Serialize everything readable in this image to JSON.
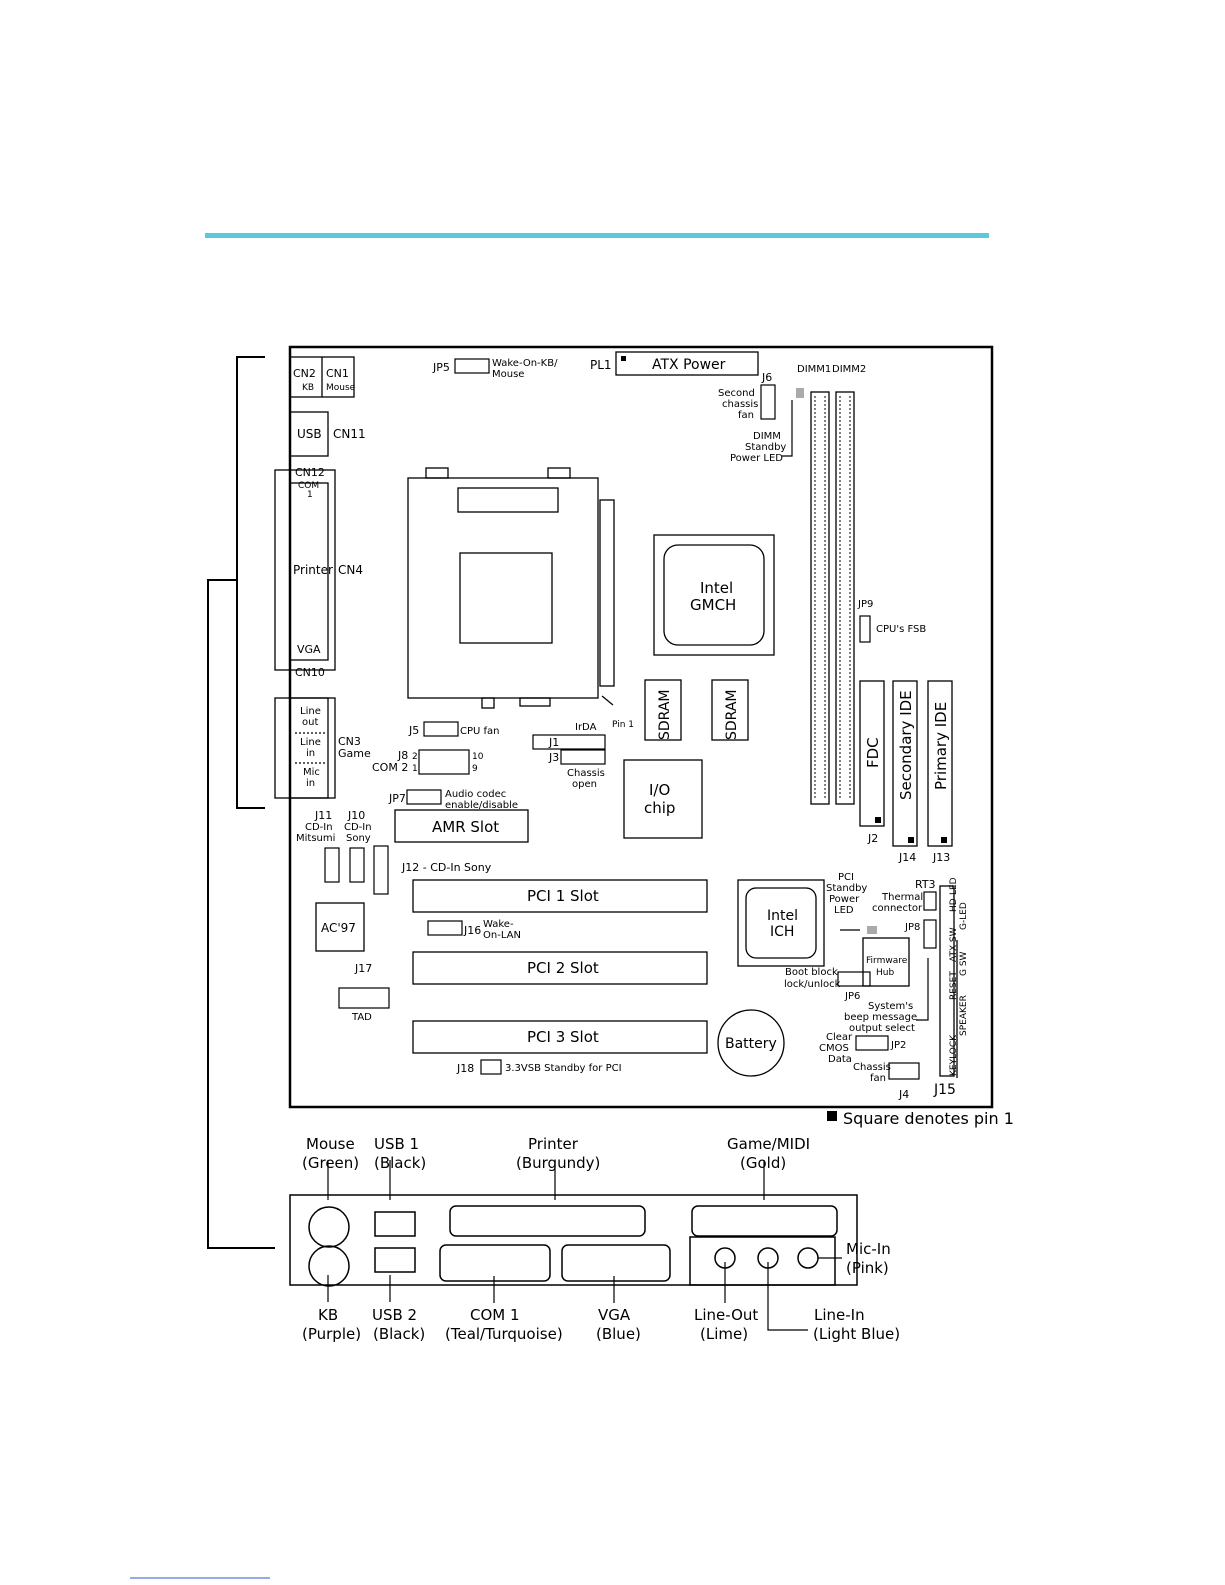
{
  "colors": {
    "header_rule": "#5bc8dc",
    "line": "#000000",
    "led": "#aaaaaa"
  },
  "board": {
    "atx_power": "ATX Power",
    "pl1": "PL1",
    "jp5": "JP5",
    "jp5_desc": [
      "Wake-On-KB/",
      "Mouse"
    ],
    "j6": "J6",
    "j6_desc": [
      "Second",
      "chassis",
      "fan"
    ],
    "dimm_led": [
      "DIMM",
      "Standby",
      "Power LED"
    ],
    "dimm1": "DIMM1",
    "dimm2": "DIMM2",
    "cn2": "CN2",
    "cn2_sub": "KB",
    "cn1": "CN1",
    "cn1_sub": "Mouse",
    "usb": "USB",
    "cn11": "CN11",
    "cn12": "CN12",
    "com": "COM",
    "com_num": "1",
    "printer": "Printer",
    "cn4": "CN4",
    "vga": "VGA",
    "cn10": "CN10",
    "line_out": [
      "Line",
      "out"
    ],
    "line_in": [
      "Line",
      "in"
    ],
    "mic_in": [
      "Mic",
      "in"
    ],
    "cn3": [
      "CN3",
      "Game"
    ],
    "gmch": [
      "Intel",
      "GMCH"
    ],
    "jp9": "JP9",
    "jp9_desc": "CPU's FSB",
    "sdram1": "SDRAM",
    "sdram2": "SDRAM",
    "pin1": "Pin 1",
    "fdc": "FDC",
    "secondary_ide": "Secondary IDE",
    "primary_ide": "Primary IDE",
    "j2": "J2",
    "j14": "J14",
    "j13": "J13",
    "j5": "J5",
    "j5_desc": "CPU fan",
    "j8": "J8",
    "j8_desc": "COM 2",
    "j8_pins": [
      "2",
      "1",
      "10",
      "9"
    ],
    "irda": "IrDA",
    "j1": "J1",
    "j3": "J3",
    "chassis_open": [
      "Chassis",
      "open"
    ],
    "io_chip": [
      "I/O",
      "chip"
    ],
    "jp7": "JP7",
    "jp7_desc": [
      "Audio codec",
      "enable/disable"
    ],
    "amr_slot": "AMR Slot",
    "j11": "J11",
    "j11_desc": [
      "CD-In",
      "Mitsumi"
    ],
    "j10": "J10",
    "j10_desc": [
      "CD-In",
      "Sony"
    ],
    "j12": "J12 - CD-In Sony",
    "pci1": "PCI 1 Slot",
    "pci2": "PCI 2 Slot",
    "pci3": "PCI 3 Slot",
    "ac97": "AC'97",
    "j16": "J16",
    "j16_desc": [
      "Wake-",
      "On-LAN"
    ],
    "j17": "J17",
    "tad": "TAD",
    "j18": "J18",
    "j18_desc": "3.3VSB Standby for PCI",
    "ich": [
      "Intel",
      "ICH"
    ],
    "pci_led": [
      "PCI",
      "Standby",
      "Power",
      "LED"
    ],
    "rt3": "RT3",
    "thermal": [
      "Thermal",
      "connector"
    ],
    "jp8": "JP8",
    "firmware": [
      "Firmware",
      "Hub"
    ],
    "boot_block": [
      "Boot block",
      "lock/unlock"
    ],
    "jp6": "JP6",
    "beep": [
      "System's",
      "beep message",
      "output select"
    ],
    "battery": "Battery",
    "clear_cmos": [
      "Clear",
      "CMOS",
      "Data"
    ],
    "jp2": "JP2",
    "chassis_fan": [
      "Chassis",
      "fan"
    ],
    "j4": "J4",
    "j15": "J15",
    "j15_pins": [
      "HD-LED",
      "G-LED",
      "ATX-SW",
      "G SW",
      "RESET",
      "SPEAKER",
      "KEYLOCK"
    ],
    "square_note": "Square denotes pin 1"
  },
  "io_panel": {
    "mouse": [
      "Mouse",
      "(Green)"
    ],
    "usb1": [
      "USB 1",
      "(Black)"
    ],
    "printer": [
      "Printer",
      "(Burgundy)"
    ],
    "game": [
      "Game/MIDI",
      "(Gold)"
    ],
    "mic": [
      "Mic-In",
      "(Pink)"
    ],
    "kb": [
      "KB",
      "(Purple)"
    ],
    "usb2": [
      "USB 2",
      "(Black)"
    ],
    "com1": [
      "COM 1",
      "(Teal/Turquoise)"
    ],
    "vga": [
      "VGA",
      "(Blue)"
    ],
    "line_out": [
      "Line-Out",
      "(Lime)"
    ],
    "line_in": [
      "Line-In",
      "(Light Blue)"
    ]
  }
}
